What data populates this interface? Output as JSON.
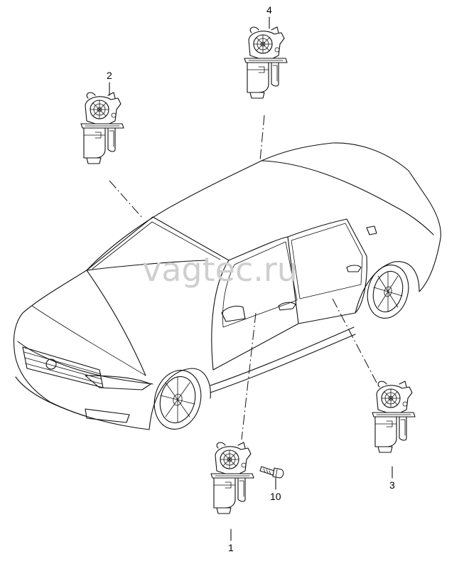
{
  "watermark": "vagtec.ru",
  "callouts": [
    {
      "id": "1",
      "label": "1"
    },
    {
      "id": "2",
      "label": "2"
    },
    {
      "id": "3",
      "label": "3"
    },
    {
      "id": "4",
      "label": "4"
    },
    {
      "id": "10",
      "label": "10"
    }
  ]
}
